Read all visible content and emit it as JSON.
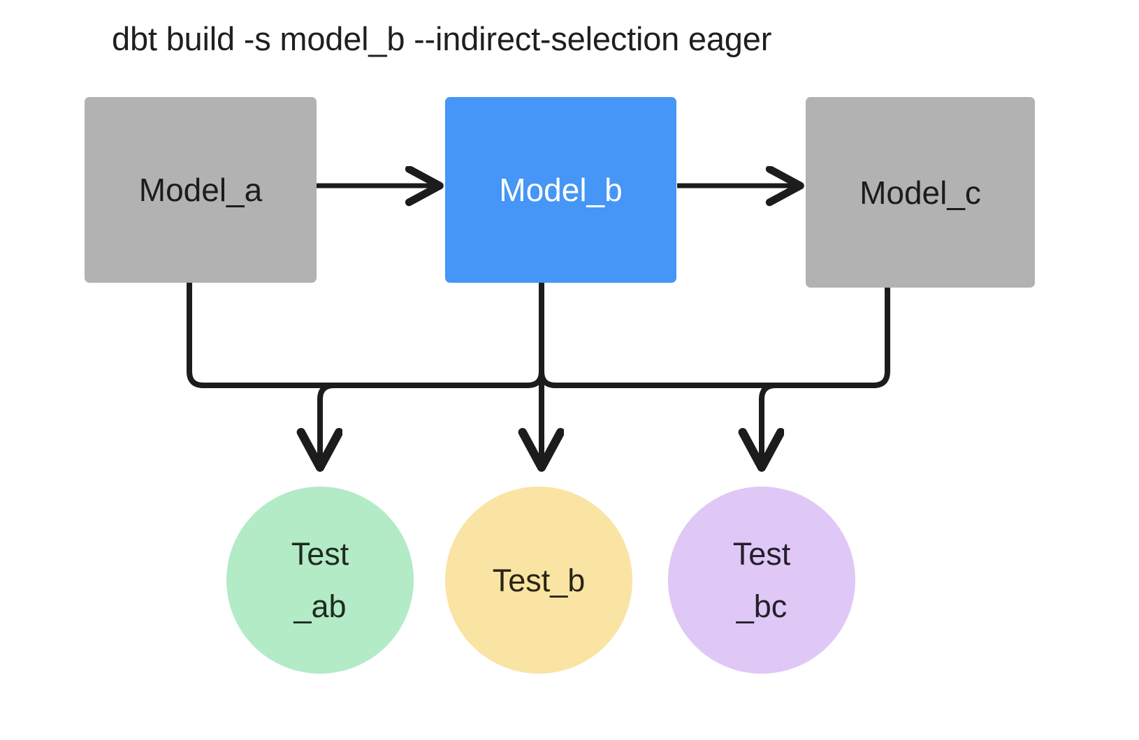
{
  "title": "dbt build -s model_b --indirect-selection eager",
  "colors": {
    "background": "#ffffff",
    "model_default": "#b2b2b2",
    "model_selected": "#4596f6",
    "test_ab": "#b2ebc6",
    "test_b": "#fae4a4",
    "test_bc": "#dfc7f6",
    "edge": "#1c1c1c",
    "text_dark": "#1c1c1c",
    "text_light": "#ffffff"
  },
  "nodes": {
    "models": [
      {
        "id": "model_a",
        "label": "Model_a",
        "shape": "rect",
        "selected": false
      },
      {
        "id": "model_b",
        "label": "Model_b",
        "shape": "rect",
        "selected": true
      },
      {
        "id": "model_c",
        "label": "Model_c",
        "shape": "rect",
        "selected": false
      }
    ],
    "tests": [
      {
        "id": "test_ab",
        "label_line1": "Test",
        "label_line2": "_ab",
        "shape": "circle"
      },
      {
        "id": "test_b",
        "label_line1": "Test_b",
        "label_line2": "",
        "shape": "circle"
      },
      {
        "id": "test_bc",
        "label_line1": "Test",
        "label_line2": "_bc",
        "shape": "circle"
      }
    ]
  },
  "edges": [
    {
      "from": "model_a",
      "to": "model_b",
      "style": "arrow-right"
    },
    {
      "from": "model_b",
      "to": "model_c",
      "style": "arrow-right"
    },
    {
      "from": "model_a",
      "to": "test_ab",
      "style": "elbow-down"
    },
    {
      "from": "model_b",
      "to": "test_ab",
      "style": "elbow-down"
    },
    {
      "from": "model_b",
      "to": "test_b",
      "style": "straight-down"
    },
    {
      "from": "model_b",
      "to": "test_bc",
      "style": "elbow-down"
    },
    {
      "from": "model_c",
      "to": "test_bc",
      "style": "elbow-down"
    }
  ]
}
